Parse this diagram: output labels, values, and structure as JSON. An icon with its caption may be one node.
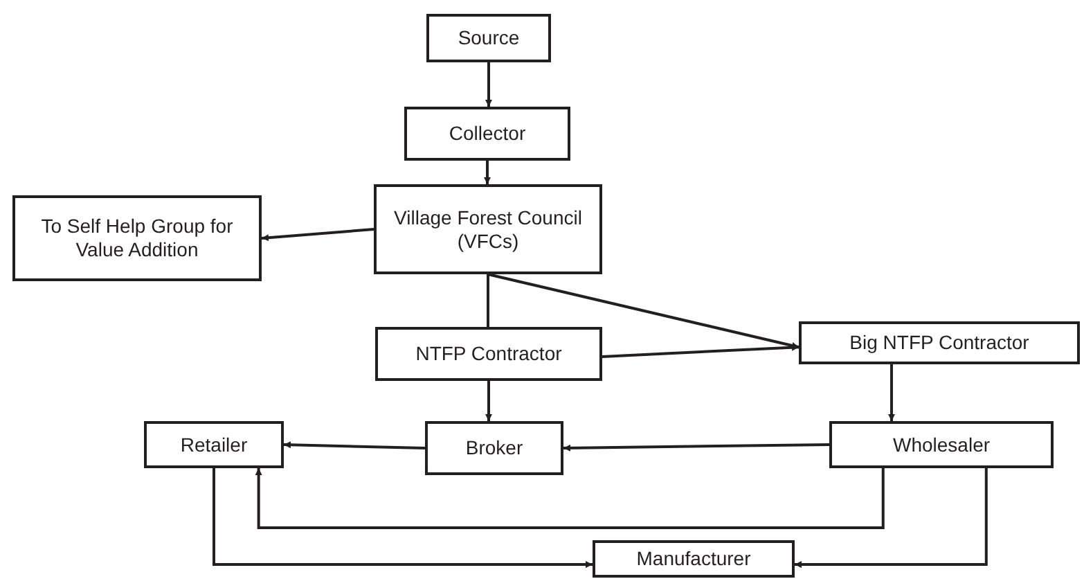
{
  "diagram": {
    "nodes": [
      {
        "text": [
          "Source"
        ]
      },
      {
        "text": [
          "Collector"
        ]
      },
      {
        "text": [
          "Village Forest Council (VFCs)"
        ]
      },
      {
        "text": [
          "To Self Help Group for Value Addition"
        ]
      },
      {
        "text": [
          "NTFP Contractor"
        ]
      },
      {
        "text": [
          "Big NTFP Contractor"
        ]
      },
      {
        "text": [
          "Retailer"
        ]
      },
      {
        "text": [
          "Broker"
        ]
      },
      {
        "text": [
          "Wholesaler"
        ]
      },
      {
        "text": [
          "Manufacturer"
        ]
      }
    ],
    "edges": [
      {
        "from": 0,
        "to": 1,
        "arrow": "to"
      },
      {
        "from": 1,
        "to": 2,
        "arrow": "to"
      },
      {
        "from": 2,
        "to": 3,
        "arrow": "to"
      },
      {
        "from": 2,
        "to": 4,
        "arrow": "none"
      },
      {
        "from": 2,
        "to": 5,
        "arrow": "to"
      },
      {
        "from": 4,
        "to": 5,
        "arrow": "to"
      },
      {
        "from": 4,
        "to": 7,
        "arrow": "to"
      },
      {
        "from": 5,
        "to": 8,
        "arrow": "to"
      },
      {
        "from": 8,
        "to": 7,
        "arrow": "to"
      },
      {
        "from": 7,
        "to": 6,
        "arrow": "to"
      },
      {
        "from": 8,
        "to": 6,
        "arrow": "to"
      },
      {
        "from": 6,
        "to": 9,
        "arrow": "to"
      },
      {
        "from": 8,
        "to": 9,
        "arrow": "to"
      }
    ]
  }
}
